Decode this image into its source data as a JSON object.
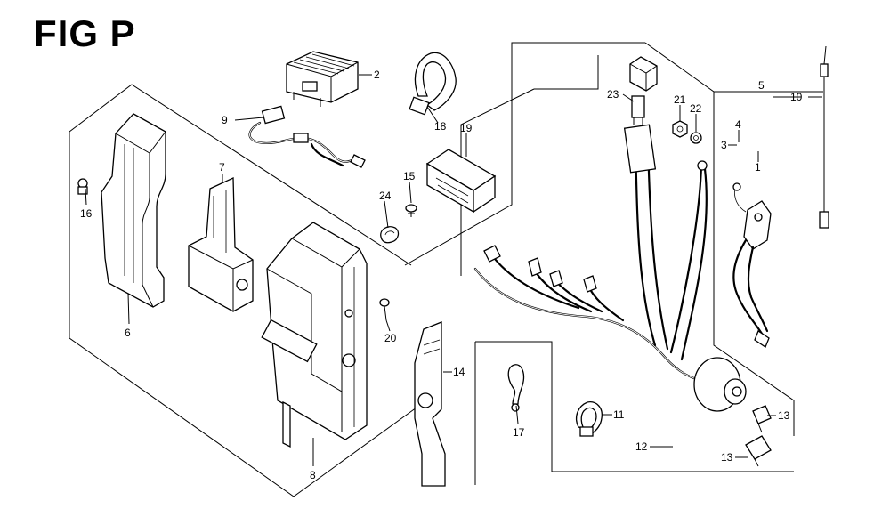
{
  "figure": {
    "title": "FIG P"
  },
  "callouts": {
    "c1": "1",
    "c2": "2",
    "c3": "3",
    "c4": "4",
    "c5": "5",
    "c6": "6",
    "c7": "7",
    "c8": "8",
    "c9": "9",
    "c10": "10",
    "c11": "11",
    "c12": "12",
    "c13a": "13",
    "c13b": "13",
    "c14": "14",
    "c15": "15",
    "c16": "16",
    "c17": "17",
    "c18": "18",
    "c19": "19",
    "c20": "20",
    "c21": "21",
    "c22": "22",
    "c23": "23",
    "c24": "24"
  }
}
